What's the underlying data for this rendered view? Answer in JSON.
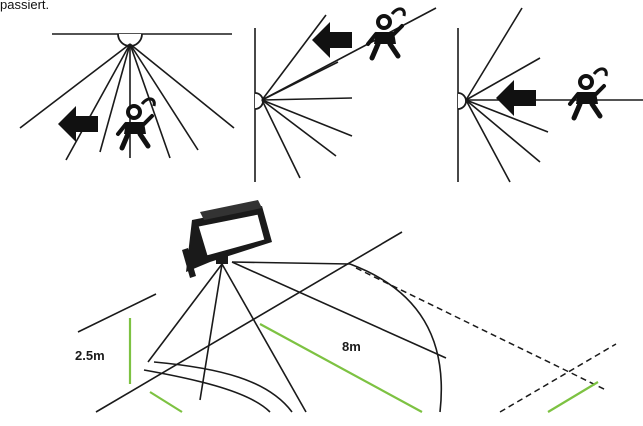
{
  "caption_text": "passiert.",
  "labels": {
    "height": "2.5m",
    "range": "8m"
  },
  "colors": {
    "line": "#1a1a1a",
    "accent_green": "#7dc242",
    "arrow": "#111111",
    "background": "#ffffff"
  },
  "icons": [
    "arrow-left-icon",
    "walking-person-icon",
    "motion-sensor-icon",
    "floodlight-icon"
  ]
}
